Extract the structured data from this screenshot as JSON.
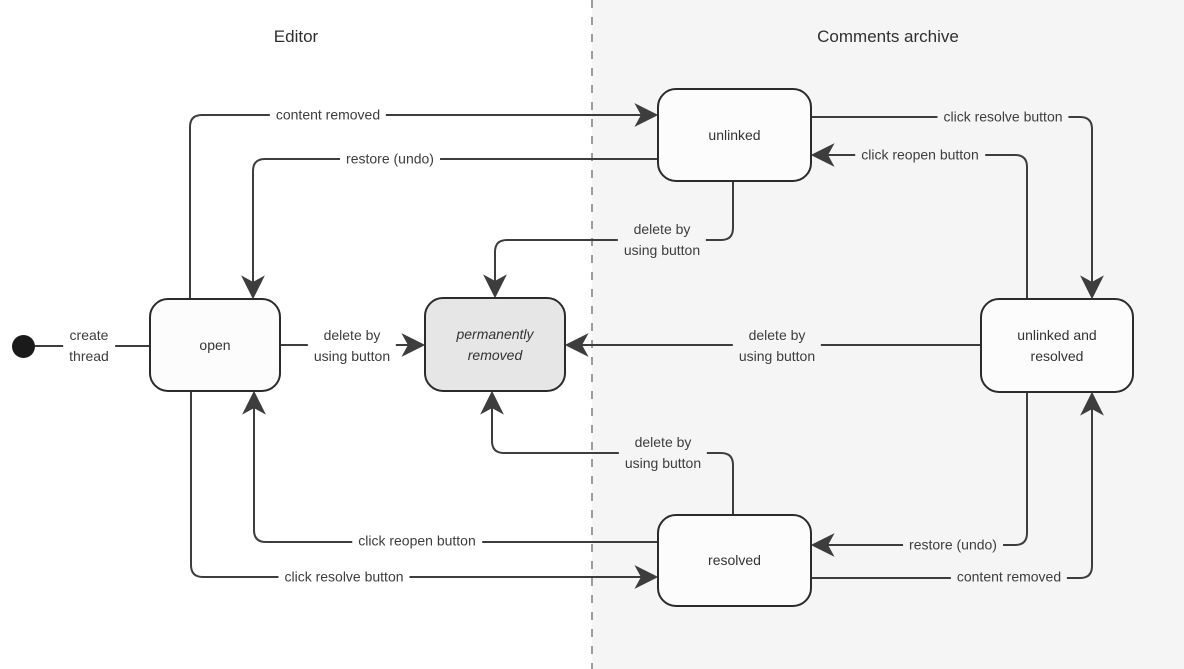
{
  "regions": {
    "editor": {
      "title": "Editor"
    },
    "archive": {
      "title": "Comments archive"
    }
  },
  "states": {
    "initial": {
      "label": "",
      "shape": "filled-dot"
    },
    "open": {
      "label": "open"
    },
    "permanently_removed": {
      "label": "permanently removed"
    },
    "unlinked": {
      "label": "unlinked"
    },
    "resolved": {
      "label": "resolved"
    },
    "unlinked_and_resolved": {
      "label": "unlinked and resolved"
    }
  },
  "transitions": {
    "create_thread": {
      "label": "create\nthread",
      "from": "initial",
      "to": "open"
    },
    "content_removed_top": {
      "label": "content removed",
      "from": "open",
      "to": "unlinked"
    },
    "restore_undo_top": {
      "label": "restore (undo)",
      "from": "unlinked",
      "to": "open"
    },
    "delete_open": {
      "label": "delete by\nusing button",
      "from": "open",
      "to": "permanently_removed"
    },
    "delete_unlinked": {
      "label": "delete by\nusing button",
      "from": "unlinked",
      "to": "permanently_removed"
    },
    "delete_unlinked_resolved": {
      "label": "delete by\nusing button",
      "from": "unlinked_and_resolved",
      "to": "permanently_removed"
    },
    "delete_resolved": {
      "label": "delete by\nusing button",
      "from": "resolved",
      "to": "permanently_removed"
    },
    "click_resolve_top": {
      "label": "click resolve button",
      "from": "unlinked",
      "to": "unlinked_and_resolved"
    },
    "click_reopen_top": {
      "label": "click reopen button",
      "from": "unlinked_and_resolved",
      "to": "unlinked"
    },
    "restore_undo_bottom": {
      "label": "restore (undo)",
      "from": "unlinked_and_resolved",
      "to": "resolved"
    },
    "content_removed_bottom": {
      "label": "content removed",
      "from": "resolved",
      "to": "unlinked_and_resolved"
    },
    "click_reopen_bottom": {
      "label": "click reopen button",
      "from": "resolved",
      "to": "open"
    },
    "click_resolve_bottom": {
      "label": "click resolve button",
      "from": "open",
      "to": "resolved"
    }
  },
  "colors": {
    "editor_background": "#ffffff",
    "archive_background": "#f5f5f6",
    "divider": "#9c9c9c",
    "edge_stroke": "#3d3d3d",
    "state_border": "#2b2b2b",
    "state_fill": "#fcfcfc",
    "removed_state_fill": "#e6e6e6",
    "text": "#3d3d3d"
  }
}
